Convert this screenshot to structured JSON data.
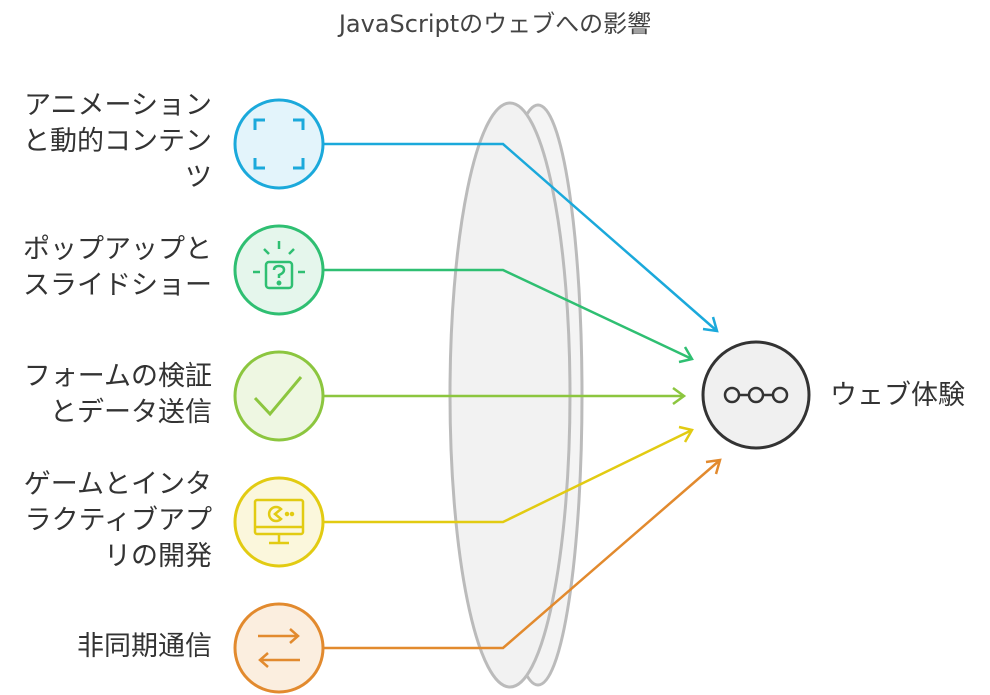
{
  "title": "JavaScriptのウェブへの影響",
  "target": {
    "label": "ウェブ体験",
    "icon": "connected-nodes-icon"
  },
  "colors": {
    "lens_stroke": "#bbbbbb",
    "lens_fill": "#f2f2f2",
    "hub_fill": "#f0f0f0",
    "hub_stroke": "#333333"
  },
  "items": [
    {
      "lines": [
        "アニメーション",
        "と動的コンテン",
        "ツ"
      ],
      "icon": "frame-corners-icon",
      "color": "#1ba9db",
      "fill": "#e3f4fb"
    },
    {
      "lines": [
        "ポップアップと",
        "スライドショー"
      ],
      "icon": "popup-question-icon",
      "color": "#2fbf72",
      "fill": "#e5f6ec"
    },
    {
      "lines": [
        "フォームの検証",
        "とデータ送信"
      ],
      "icon": "checkmark-icon",
      "color": "#8cc63f",
      "fill": "#eef7e2"
    },
    {
      "lines": [
        "ゲームとインタ",
        "ラクティブアプ",
        "リの開発"
      ],
      "icon": "game-monitor-icon",
      "color": "#e2cb12",
      "fill": "#fbf7dc"
    },
    {
      "lines": [
        "非同期通信"
      ],
      "icon": "swap-arrows-icon",
      "color": "#e28a2e",
      "fill": "#fbeedf"
    }
  ]
}
